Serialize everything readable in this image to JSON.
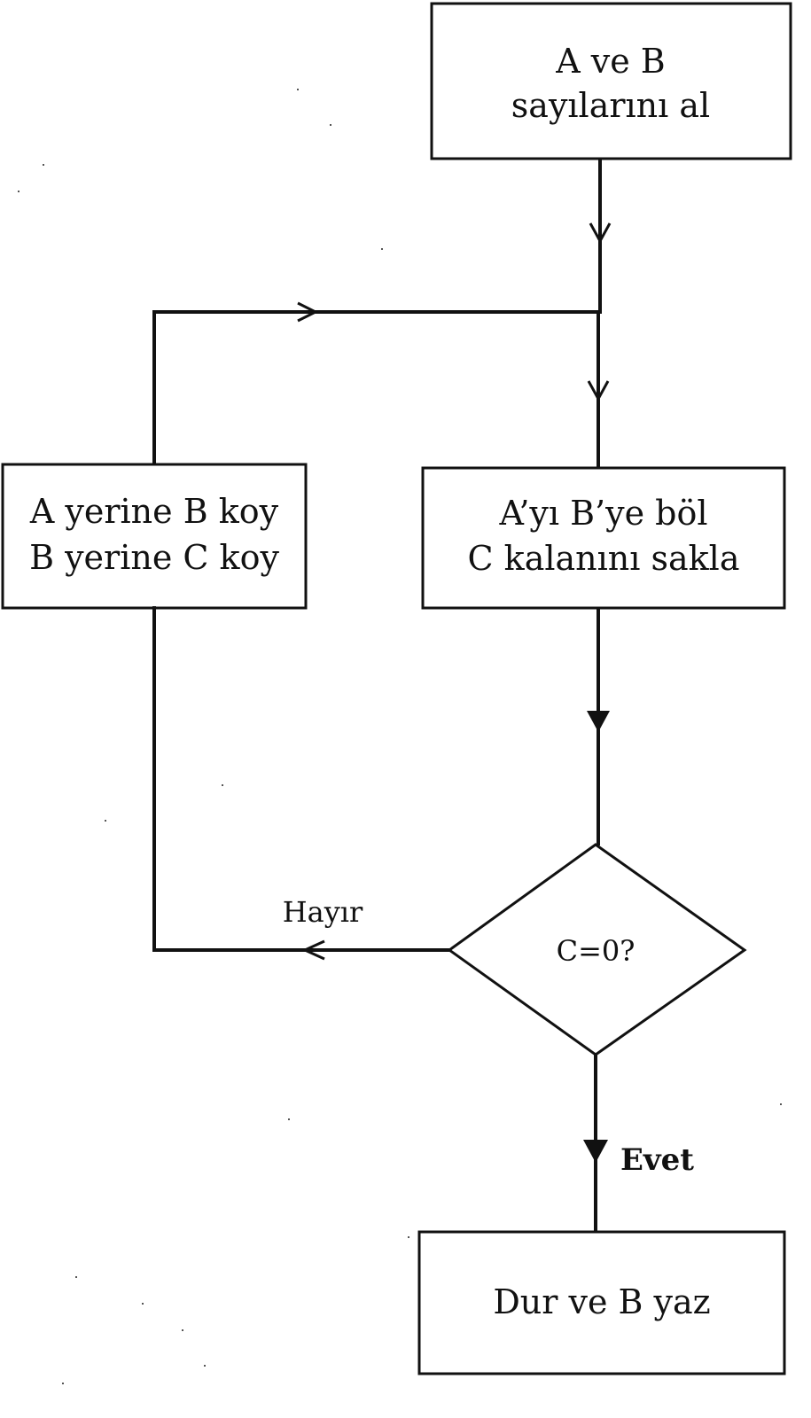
{
  "nodes": {
    "start": {
      "line1": "A ve B",
      "line2": "sayılarını al"
    },
    "swap": {
      "line1": "A yerine B koy",
      "line2": "B yerine C koy"
    },
    "divide": {
      "line1": "A’yı B’ye böl",
      "line2": "C kalanını sakla"
    },
    "decision": {
      "label": "C=0?"
    },
    "end": {
      "label": "Dur ve B yaz"
    }
  },
  "edges": {
    "no_label": "Hayır",
    "yes_label": "Evet"
  }
}
